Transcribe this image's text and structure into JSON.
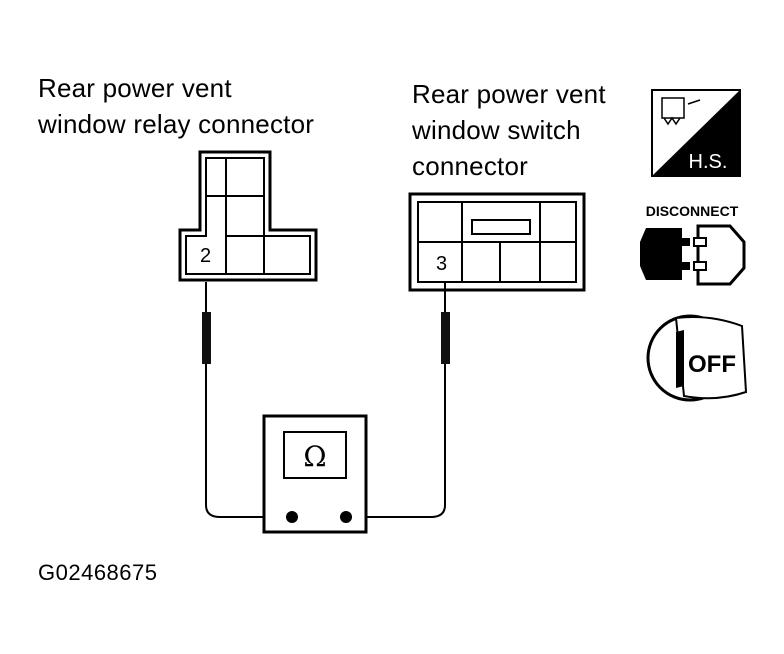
{
  "relay_connector": {
    "label_line1": "Rear power vent",
    "label_line2": "window relay connector",
    "pin": "2"
  },
  "switch_connector": {
    "label_line1": "Rear power vent",
    "label_line2": "window switch",
    "label_line3": "connector",
    "pin": "3"
  },
  "ohmmeter": {
    "symbol": "Ω"
  },
  "icons": {
    "hs": {
      "name": "harness-side-icon",
      "text": "H.S."
    },
    "disconnect": {
      "name": "disconnect-connector-icon",
      "text": "DISCONNECT"
    },
    "ignition": {
      "name": "ignition-key-off-icon",
      "text": "OFF"
    }
  },
  "figure_id": "G02468675"
}
